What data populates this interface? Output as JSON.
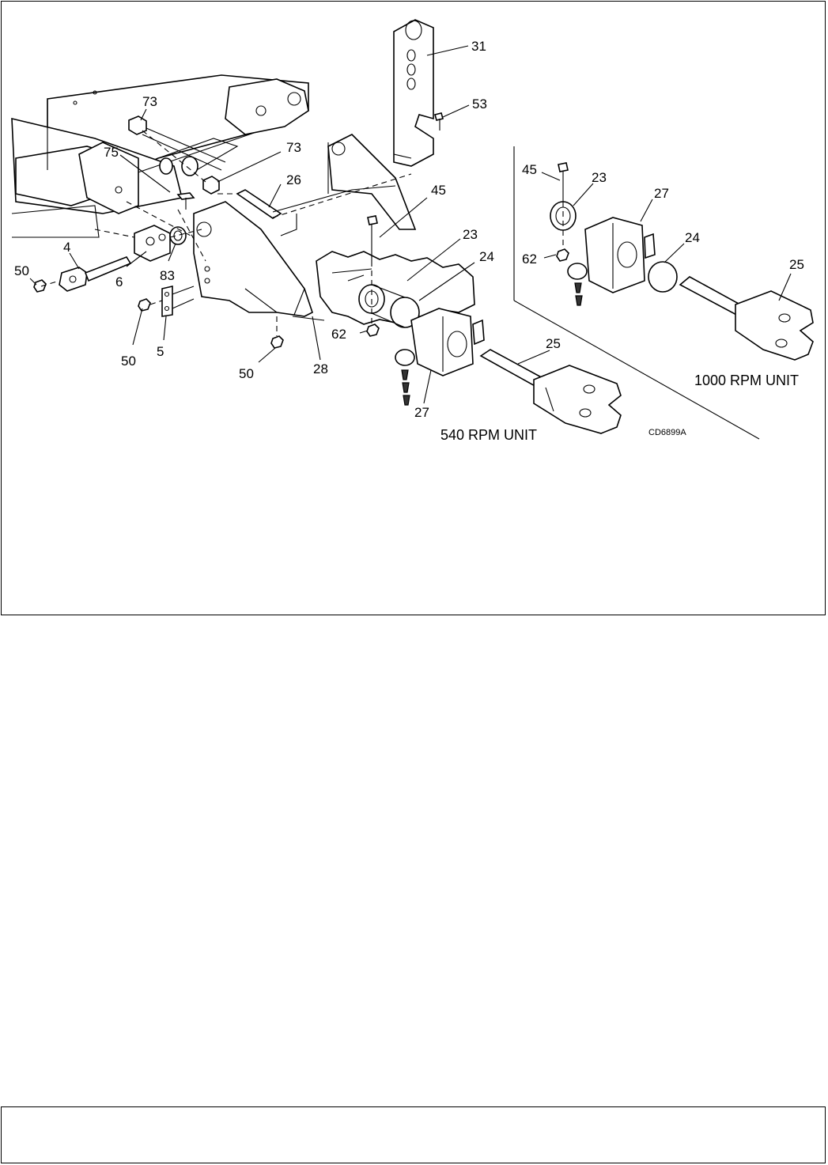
{
  "figure": {
    "id": "CD6899A",
    "units": {
      "rpm540": "540 RPM UNIT",
      "rpm1000": "1000 RPM UNIT"
    },
    "callouts": {
      "c31": "31",
      "c53": "53",
      "c73a": "73",
      "c73b": "73",
      "c75": "75",
      "c26": "26",
      "c45a": "45",
      "c23a": "23",
      "c24a": "24",
      "c4": "4",
      "c50a": "50",
      "c6": "6",
      "c83": "83",
      "c50b": "50",
      "c5": "5",
      "c62a": "62",
      "c50c": "50",
      "c28": "28",
      "c27a": "27",
      "c25a": "25",
      "c45b": "45",
      "c23b": "23",
      "c27b": "27",
      "c62b": "62",
      "c24b": "24",
      "c25b": "25"
    }
  }
}
